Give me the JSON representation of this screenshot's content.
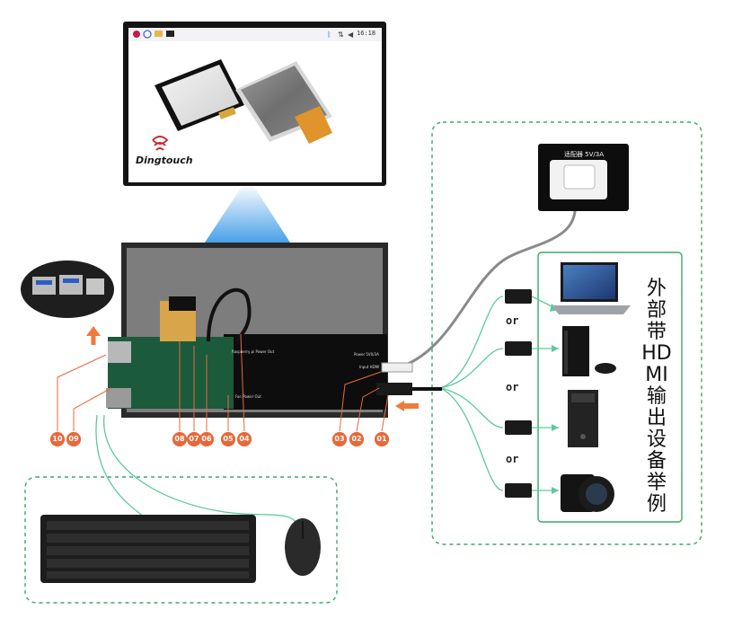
{
  "monitor": {
    "clock": "16:18",
    "brand": "Dingtouch"
  },
  "adapter": {
    "label": "适配器 5V/3A"
  },
  "board": {
    "labels": [
      "Raspberry pi Power Out",
      "Fan Power Out",
      "Power 5V0/3A",
      "Input HDMI"
    ]
  },
  "callouts": [
    "10",
    "09",
    "08",
    "07",
    "06",
    "05",
    "04",
    "03",
    "02",
    "01"
  ],
  "or_labels": [
    "or",
    "or",
    "or"
  ],
  "external_caption": "外部带HDMI输出设备举例",
  "colors": {
    "callout": "#e8683a",
    "dashed_box": "#3aa86a",
    "cable_green": "#5ec99a",
    "arrow_orange": "#f07a3c",
    "beam_blue": "#3f9be6"
  }
}
